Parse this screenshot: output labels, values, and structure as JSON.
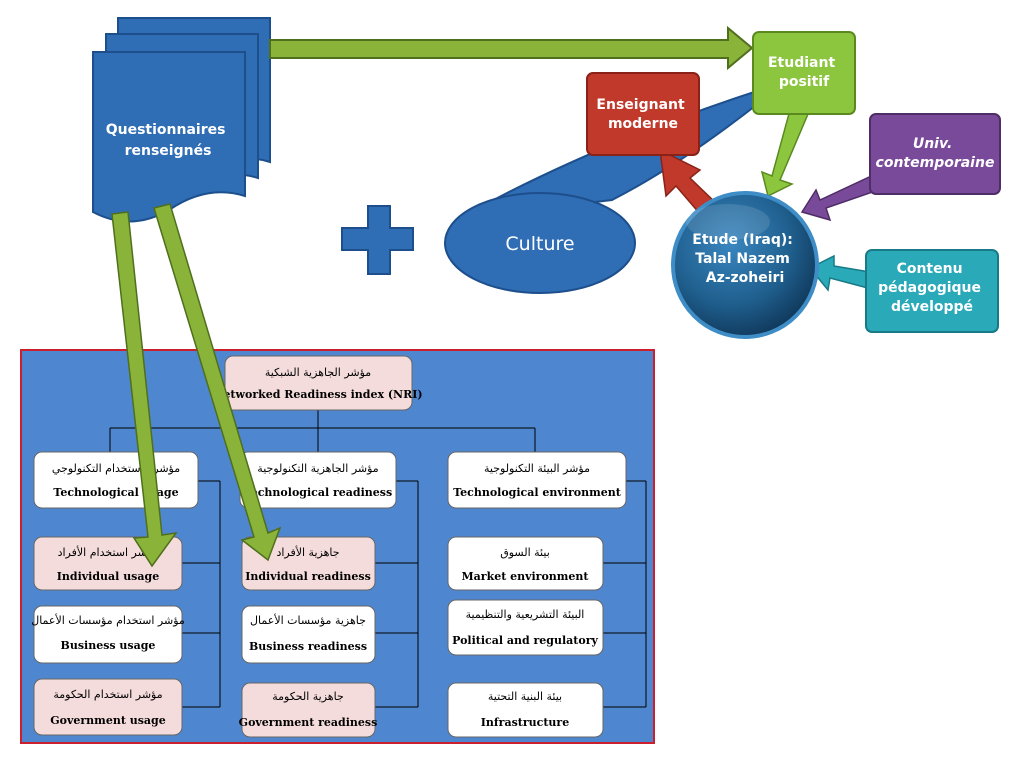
{
  "top": {
    "questionnaires": [
      "Questionnaires",
      "renseignés"
    ],
    "culture": "Culture",
    "etudiant": [
      "Etudiant",
      "positif"
    ],
    "enseignant": [
      "Enseignant",
      "moderne"
    ],
    "univ": [
      "Univ.",
      "contemporaine"
    ],
    "etude": [
      "Etude (Iraq):",
      "Talal Nazem",
      "Az-zoheiri"
    ],
    "contenu": [
      "Contenu",
      "pédagogique",
      "développé"
    ]
  },
  "colors": {
    "doc_blue": "#2f6db5",
    "arrow_green": "#8ab33a",
    "red_box": "#c0392b",
    "green_box": "#8cc63f",
    "purple_box": "#7a4a9a",
    "teal_box": "#2aa9b8",
    "sphere_blue": "#1f5f8e",
    "nri_panel": "#4f86d0",
    "panel_border": "#cc1f2e"
  },
  "nri": {
    "root": {
      "ar": "مؤشر الجاهزية الشبكية",
      "en": "Networked Readiness index (NRI)"
    },
    "col1": [
      {
        "ar": "مؤشر الاستخدام التكنولوجي",
        "en": "Technological usage"
      },
      {
        "ar": "مؤشر استخدام الأفراد",
        "en": "Individual usage"
      },
      {
        "ar": "مؤشر استخدام مؤسسات الأعمال",
        "en": "Business usage"
      },
      {
        "ar": "مؤشر استخدام الحكومة",
        "en": "Government usage"
      }
    ],
    "col2": [
      {
        "ar": "مؤشر الجاهزية التكنولوجية",
        "en": "Technological readiness"
      },
      {
        "ar": "جاهزية الأفراد",
        "en": "Individual readiness"
      },
      {
        "ar": "جاهزية مؤسسات الأعمال",
        "en": "Business readiness"
      },
      {
        "ar": "جاهزية الحكومة",
        "en": "Government readiness"
      }
    ],
    "col3": [
      {
        "ar": "مؤشر البيئة التكنولوجية",
        "en": "Technological environment"
      },
      {
        "ar": "بيئة السوق",
        "en": "Market environment"
      },
      {
        "ar": "البيئة التشريعية والتنظيمية",
        "en": "Political and regulatory"
      },
      {
        "ar": "بيئة البنية التحتية",
        "en": "Infrastructure"
      }
    ]
  }
}
